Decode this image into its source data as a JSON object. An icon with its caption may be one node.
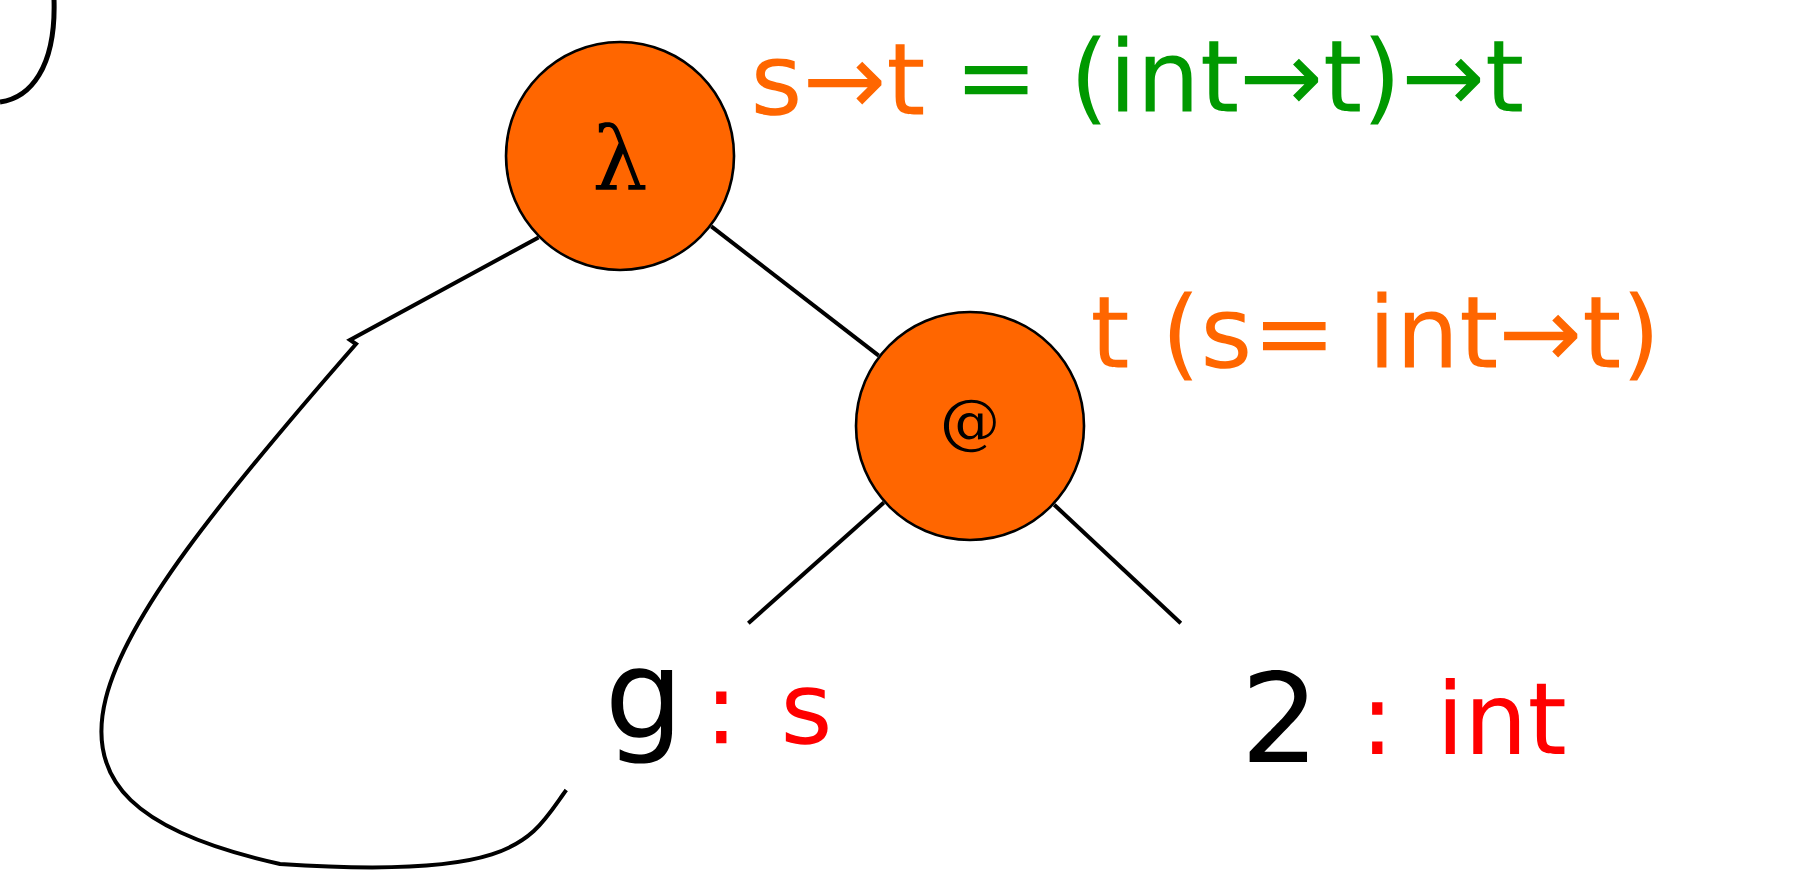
{
  "diagram": {
    "nodes": [
      {
        "text": [
          "λ"
        ],
        "beside": [
          "s→t",
          "= (int→t)→t"
        ]
      },
      {
        "text": [
          "@"
        ],
        "beside": [
          "t (s= int→t)"
        ]
      },
      {
        "text": [
          "g"
        ],
        "beside": [
          ": s"
        ]
      },
      {
        "text": [
          "2"
        ],
        "beside": [
          ": int"
        ]
      }
    ],
    "edges": [
      {
        "from": 0,
        "to": 1,
        "arrow": "none"
      },
      {
        "from": 1,
        "to": 2,
        "arrow": "none"
      },
      {
        "from": 1,
        "to": 3,
        "arrow": "none"
      },
      {
        "from": 0,
        "to": 2,
        "arrow": "none"
      }
    ]
  }
}
